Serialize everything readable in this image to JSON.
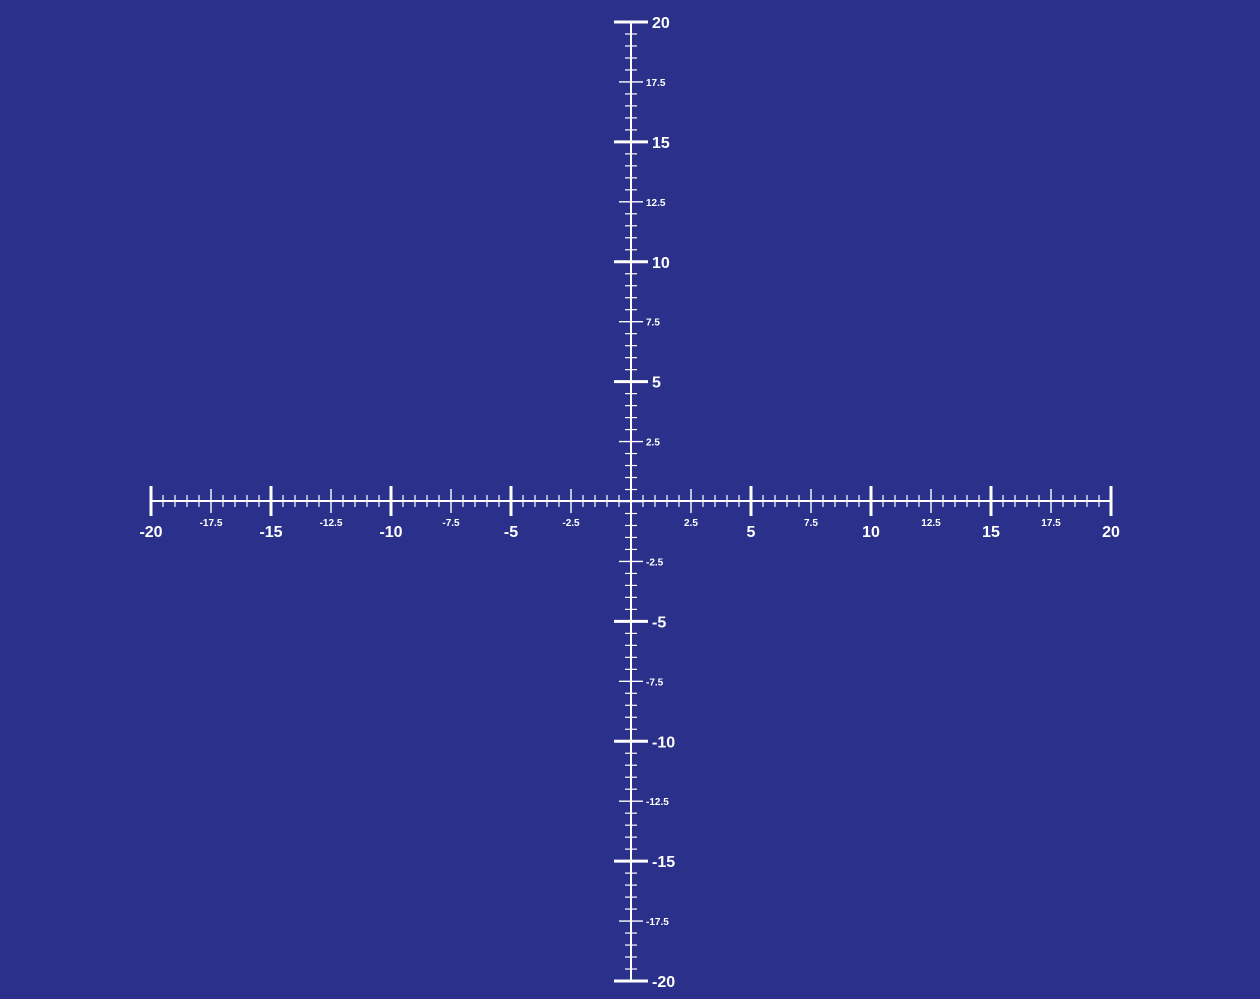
{
  "diagram": {
    "type": "coordinate-axes",
    "background_color": "#2B318A",
    "axis_color": "#FFFFFF",
    "x_axis": {
      "range": [
        -20,
        20
      ],
      "minor_step": 0.5,
      "mid_step": 2.5,
      "major_step": 5,
      "major_labels": [
        "-20",
        "-15",
        "-10",
        "-5",
        "5",
        "10",
        "15",
        "20"
      ],
      "mid_labels": [
        "-17.5",
        "-12.5",
        "-7.5",
        "-2.5",
        "2.5",
        "7.5",
        "12.5",
        "17.5"
      ]
    },
    "y_axis": {
      "range": [
        -20,
        20
      ],
      "minor_step": 0.5,
      "mid_step": 2.5,
      "major_step": 5,
      "major_labels": [
        "-20",
        "-15",
        "-10",
        "-5",
        "5",
        "10",
        "15",
        "20"
      ],
      "mid_labels": [
        "-17.5",
        "-12.5",
        "-7.5",
        "-2.5",
        "2.5",
        "7.5",
        "12.5",
        "17.5"
      ]
    }
  }
}
